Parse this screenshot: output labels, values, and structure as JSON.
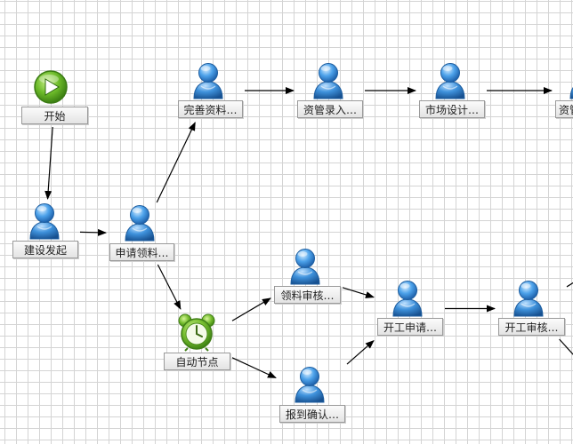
{
  "nodes": {
    "start": {
      "label": "开始",
      "icon": "start-play-icon"
    },
    "initiate": {
      "label": "建设发起",
      "icon": "user-icon"
    },
    "apply": {
      "label": "申请领料…",
      "icon": "user-icon"
    },
    "complete_info": {
      "label": "完善资料…",
      "icon": "user-icon"
    },
    "asset_entry": {
      "label": "资管录入…",
      "icon": "user-icon"
    },
    "market_design": {
      "label": "市场设计…",
      "icon": "user-icon"
    },
    "asset_partial": {
      "label": "资管",
      "icon": "user-icon"
    },
    "auto_node": {
      "label": "自动节点",
      "icon": "alarm-clock-icon"
    },
    "material_review": {
      "label": "领料审核…",
      "icon": "user-icon"
    },
    "report_confirm": {
      "label": "报到确认…",
      "icon": "user-icon"
    },
    "work_apply": {
      "label": "开工申请…",
      "icon": "user-icon"
    },
    "work_review": {
      "label": "开工审核…",
      "icon": "user-icon"
    }
  },
  "edges": [
    [
      "start",
      "initiate"
    ],
    [
      "initiate",
      "apply"
    ],
    [
      "apply",
      "complete_info"
    ],
    [
      "complete_info",
      "asset_entry"
    ],
    [
      "asset_entry",
      "market_design"
    ],
    [
      "market_design",
      "asset_partial"
    ],
    [
      "apply",
      "auto_node"
    ],
    [
      "auto_node",
      "material_review"
    ],
    [
      "auto_node",
      "report_confirm"
    ],
    [
      "material_review",
      "work_apply"
    ],
    [
      "report_confirm",
      "work_apply"
    ],
    [
      "work_apply",
      "work_review"
    ]
  ],
  "colors": {
    "grid": "#d4d4d4",
    "user_icon": "#2f86d6",
    "start_icon": "#5aa61f",
    "clock_icon": "#6cb22a",
    "edge": "#000000"
  }
}
